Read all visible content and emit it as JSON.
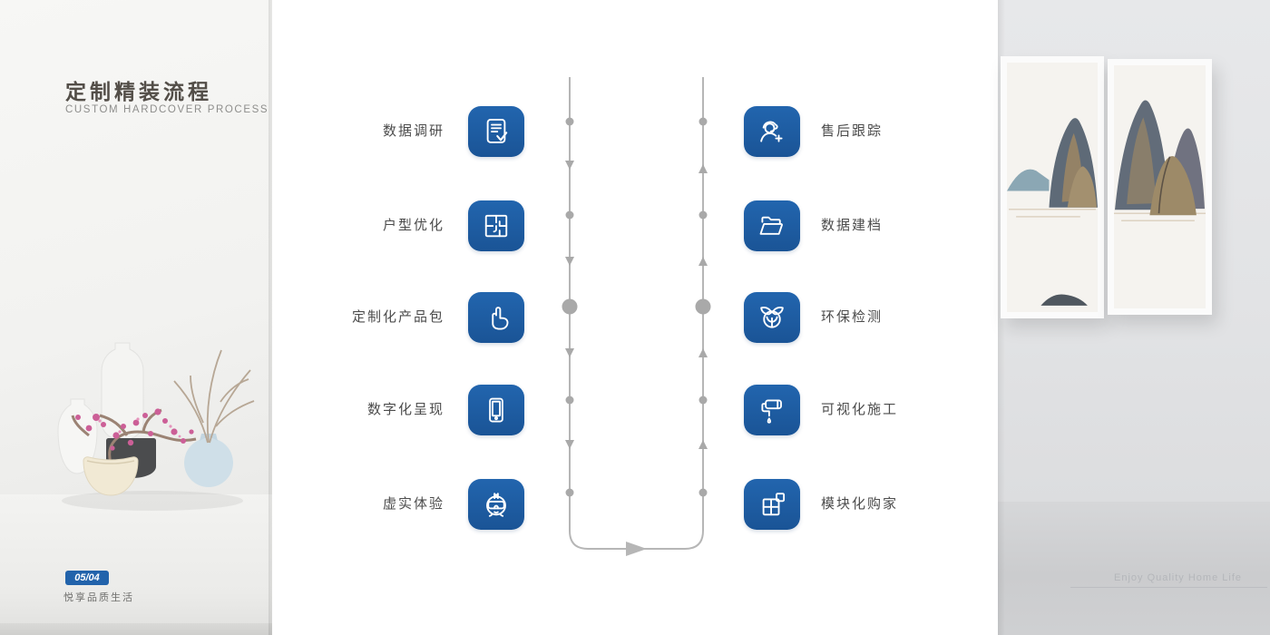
{
  "page": {
    "title_cn": "定制精装流程",
    "title_en": "CUSTOM HARDCOVER PROCESS",
    "page_badge": "05/04",
    "page_tagline": "悦享品质生活",
    "footer_en": "Enjoy Quality Home Life"
  },
  "colors": {
    "tile_blue": "#1d5ca3",
    "flow_line_gray": "#b6b6b6",
    "flow_dot_gray": "#a9a9a9",
    "title_gray": "#534e48",
    "label_gray": "#4c4c4c",
    "badge_blue": "#2263ab"
  },
  "process": {
    "left_steps": [
      {
        "label": "数据调研",
        "icon": "survey-note-icon"
      },
      {
        "label": "户型优化",
        "icon": "floor-plan-icon"
      },
      {
        "label": "定制化产品包",
        "icon": "hand-pointer-icon"
      },
      {
        "label": "数字化呈现",
        "icon": "smartphone-icon"
      },
      {
        "label": "虚实体验",
        "icon": "vr-headset-icon"
      }
    ],
    "right_steps": [
      {
        "label": "售后跟踪",
        "icon": "customer-service-icon"
      },
      {
        "label": "数据建档",
        "icon": "open-folder-icon"
      },
      {
        "label": "环保检测",
        "icon": "eco-leaf-icon"
      },
      {
        "label": "可视化施工",
        "icon": "paint-roller-icon"
      },
      {
        "label": "模块化购家",
        "icon": "modular-blocks-icon"
      }
    ],
    "flow_direction": "down-left-up-right"
  }
}
